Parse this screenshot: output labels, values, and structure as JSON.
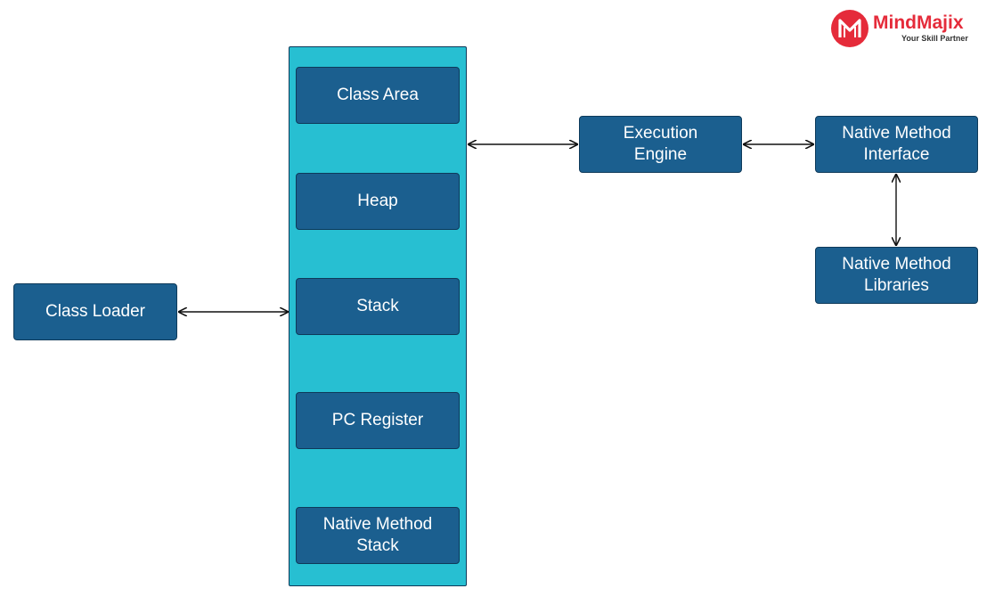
{
  "logo": {
    "name": "MindMajix",
    "tagline": "Your Skill Partner"
  },
  "nodes": {
    "class_loader": "Class Loader",
    "class_area": "Class Area",
    "heap": "Heap",
    "stack": "Stack",
    "pc_register": "PC Register",
    "native_method_stack": "Native Method\nStack",
    "execution_engine": "Execution\nEngine",
    "native_method_interface": "Native Method\nInterface",
    "native_method_libraries": "Native Method\nLibraries"
  },
  "edges": [
    {
      "from": "class_loader",
      "to": "runtime_data_area",
      "direction": "both"
    },
    {
      "from": "runtime_data_area",
      "to": "execution_engine",
      "direction": "both"
    },
    {
      "from": "execution_engine",
      "to": "native_method_interface",
      "direction": "both"
    },
    {
      "from": "native_method_interface",
      "to": "native_method_libraries",
      "direction": "both"
    }
  ],
  "colors": {
    "box_fill": "#1b5f8f",
    "runtime_area_fill": "#27bfd2",
    "logo_red": "#e52b3a"
  }
}
